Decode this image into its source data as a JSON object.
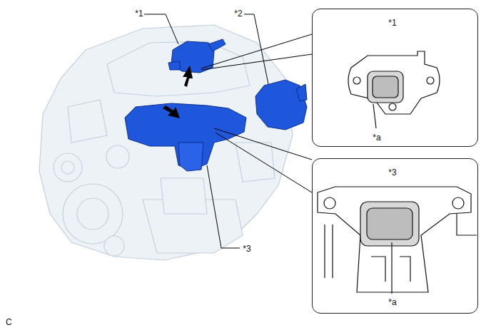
{
  "diagram": {
    "nodes": [
      {
        "text": [
          "*1",
          "*a"
        ]
      },
      {
        "text": [
          "*3",
          "*a"
        ]
      }
    ],
    "labels": [
      "*1",
      "*2",
      "*3",
      "C"
    ]
  }
}
